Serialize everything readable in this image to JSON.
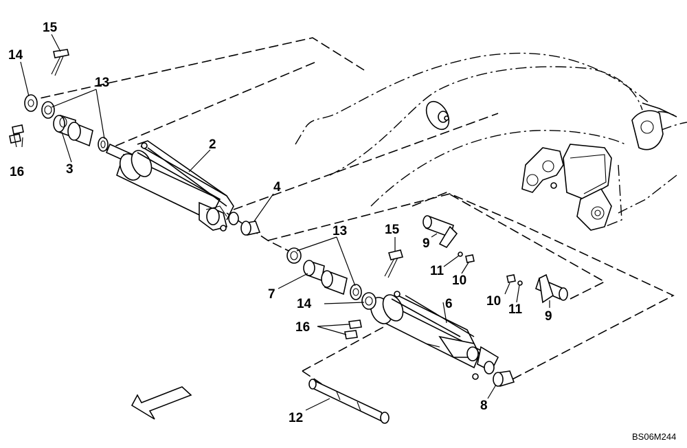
{
  "drawing_code": "BS06M244",
  "callouts": {
    "c2": "2",
    "c3": "3",
    "c4": "4",
    "c6": "6",
    "c7": "7",
    "c8": "8",
    "c9a": "9",
    "c9b": "9",
    "c10a": "10",
    "c10b": "10",
    "c11a": "11",
    "c11b": "11",
    "c12": "12",
    "c13a": "13",
    "c13b": "13",
    "c14a": "14",
    "c14b": "14",
    "c15a": "15",
    "c15b": "15",
    "c16a": "16",
    "c16b": "16"
  }
}
